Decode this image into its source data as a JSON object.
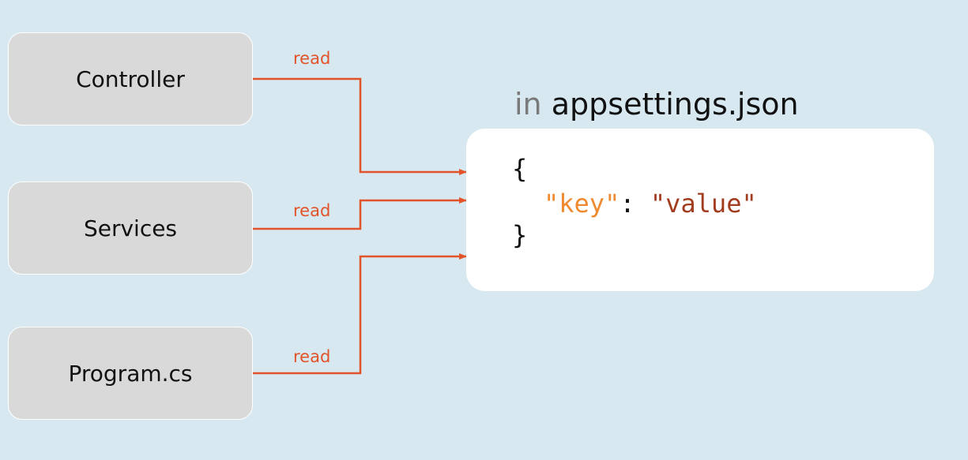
{
  "sources": [
    {
      "label": "Controller"
    },
    {
      "label": "Services"
    },
    {
      "label": "Program.cs"
    }
  ],
  "edge_label": "read",
  "target": {
    "prefix": "in",
    "filename": "appsettings.json",
    "code": {
      "open": "{",
      "key": "\"key\"",
      "sep": ": ",
      "value": "\"value\"",
      "close": "}"
    }
  },
  "colors": {
    "arrow": "#e2532a",
    "key": "#f08a30",
    "value": "#a23c1e",
    "background": "#d7e8f0",
    "box": "#d9d9d9"
  }
}
